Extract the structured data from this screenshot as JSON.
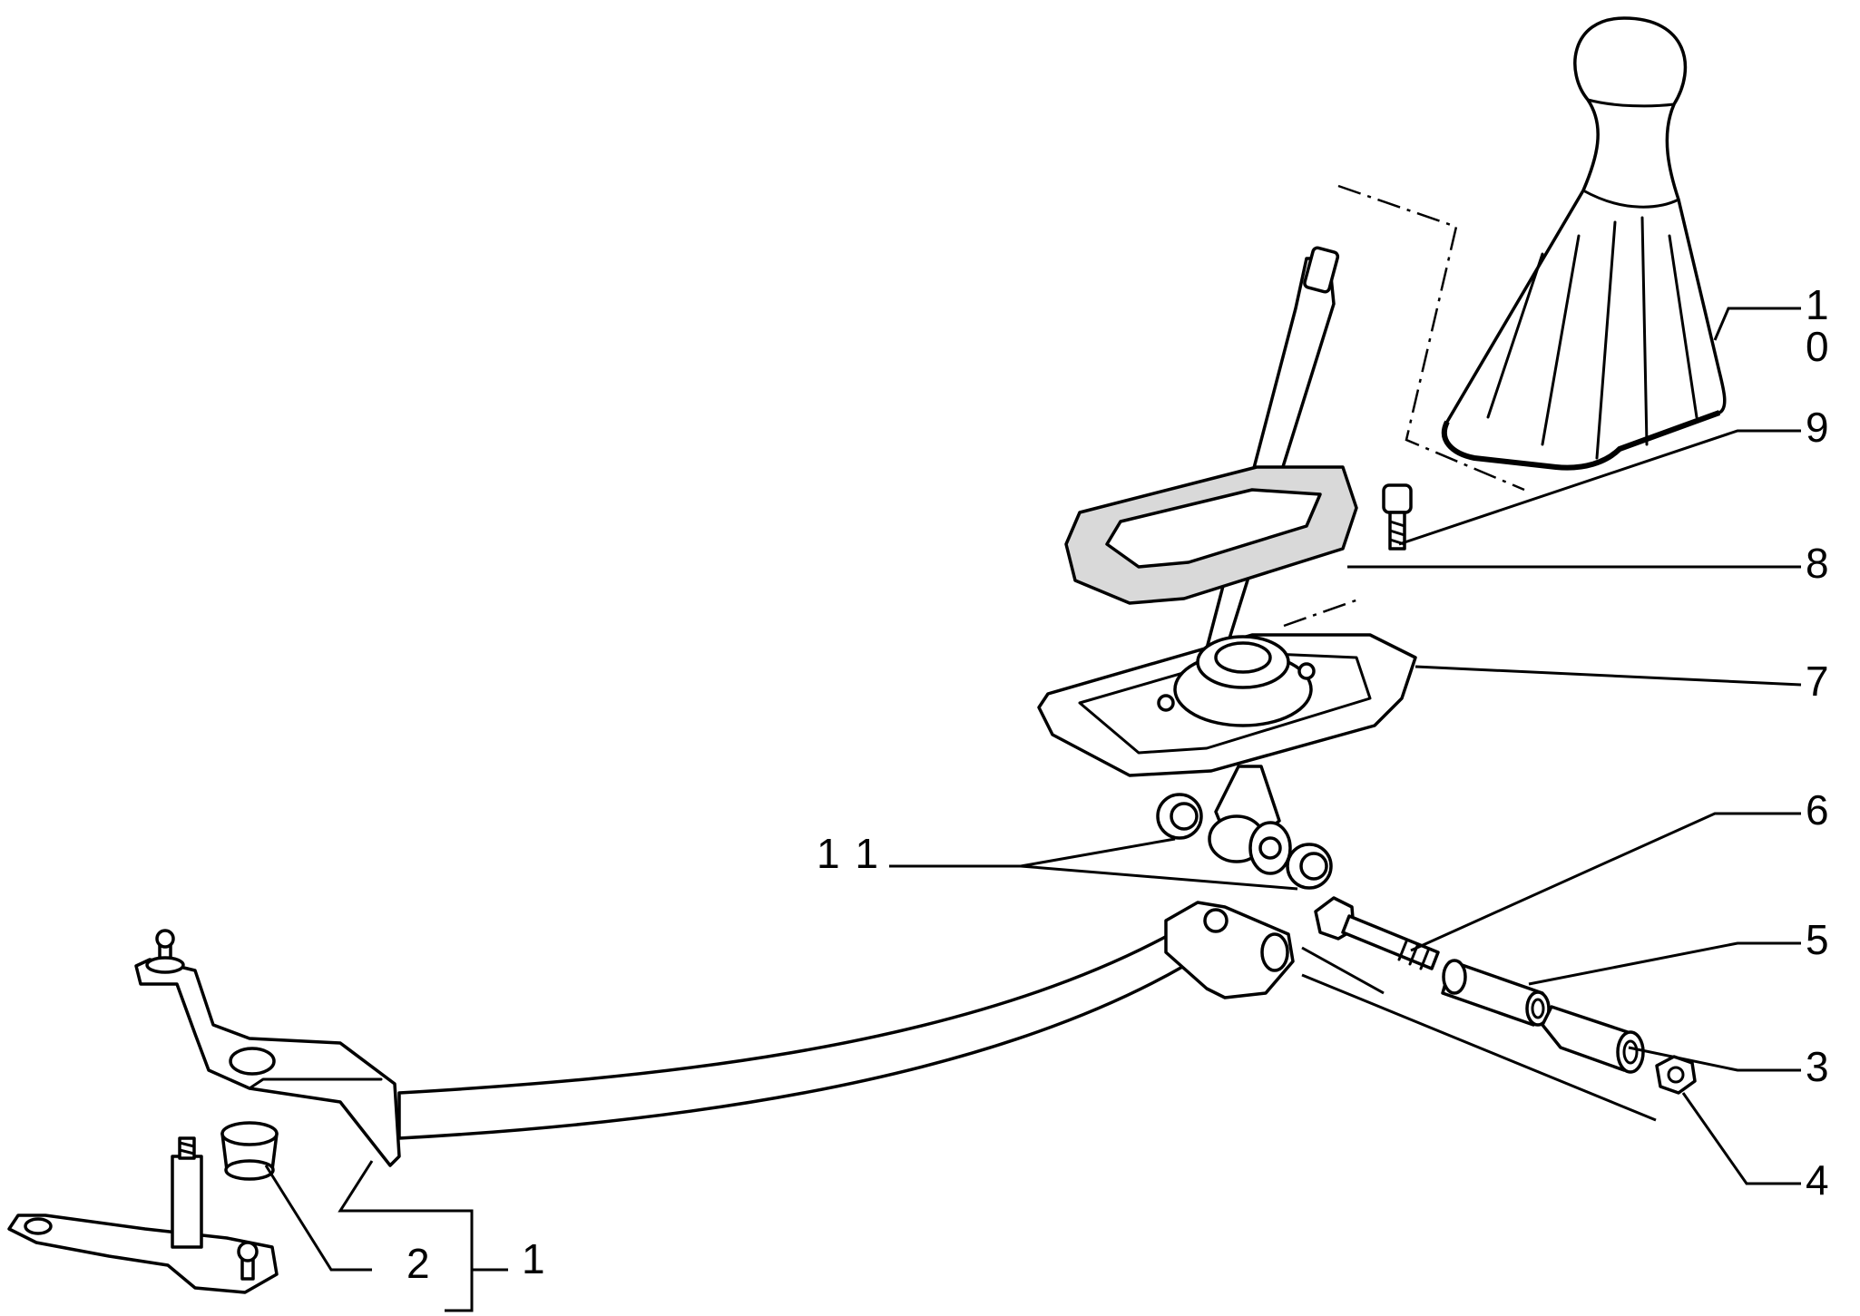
{
  "callouts": {
    "c1": "1",
    "c2": "2",
    "c3": "3",
    "c4": "4",
    "c5": "5",
    "c6": "6",
    "c7": "7",
    "c8": "8",
    "c9": "9",
    "c10": "1 0",
    "c11": "1 1"
  }
}
